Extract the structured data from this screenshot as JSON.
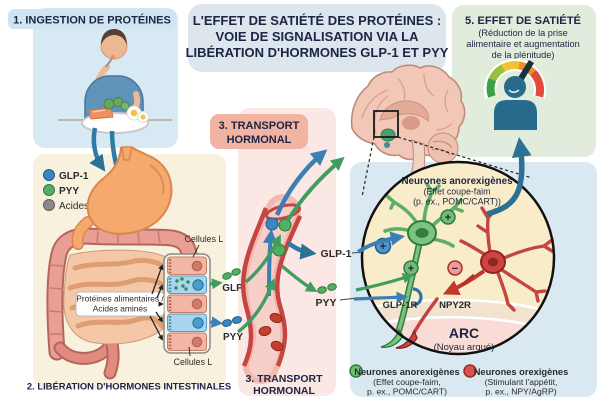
{
  "title": {
    "line1": "L'EFFET DE SATIÉTÉ DES PROTÉINES :",
    "line2": "VOIE DE SIGNALISATION VIA LA",
    "line3": "LIBÉRATION D'HORMONES GLP-1 ET PYY"
  },
  "step1": {
    "label": "1. INGESTION DE PROTÉINES"
  },
  "step2": {
    "label": "2. LIBÉRATION D'HORMONES INTESTINALES"
  },
  "step3_top": {
    "line1": "3. TRANSPORT",
    "line2": "HORMONAL"
  },
  "step3_bottom": {
    "line1": "3. TRANSPORT",
    "line2": "HORMONAL"
  },
  "step5": {
    "title": "5. EFFET DE SATIÉTÉ",
    "sub1": "(Réduction de la prise",
    "sub2": "alimentaire et augmentation",
    "sub3": "de la plénitude)"
  },
  "hormone_legend": {
    "glp1": "GLP-1",
    "pyy": "PYY",
    "amino_acids": "Acides aminés"
  },
  "gut": {
    "cells_l_top": "Cellules L",
    "cells_l_bottom": "Cellules L",
    "protein_line1": "Protéines alimentaires /",
    "protein_line2": "Acides aminés",
    "glp1_label": "GLP-1",
    "pyy_label": "PYY"
  },
  "vessel": {
    "glp1_label": "GLP-1",
    "pyy_label": "PYY"
  },
  "inset": {
    "header1": "Neurones anorexigènes",
    "header2": "(Effet coupe-faim",
    "header3": "(p. ex., POMC/CART))",
    "glp1r": "GLP-1R",
    "npy2r": "NPY2R",
    "arc": "ARC",
    "arc_sub": "(Noyau arqué)"
  },
  "neuron_legend": {
    "anorexigenic_title": "Neurones anorexigènes",
    "anorexigenic_sub1": "(Effet coupe-faim,",
    "anorexigenic_sub2": "p. ex., POMC/CART)",
    "orexigenic_title": "Neurones orexigènes",
    "orexigenic_sub1": "(Stimulant l'appétit,",
    "orexigenic_sub2": "p. ex., NPY/AgRP)"
  },
  "symbols": {
    "plus": "+",
    "minus": "−"
  },
  "colors": {
    "glp1_blue": "#3c85c0",
    "pyy_green": "#52ae62",
    "amino_gray": "#8a8a8a",
    "anorexigenic_green": "#72bd76",
    "orexigenic_red": "#d8514b",
    "teal_arrow": "#2b7194",
    "panel_blue": "#d7e9f2",
    "panel_green": "#e1ecdd",
    "panel_cream": "#f8f1dd",
    "panel_pink": "#fbe7e3",
    "inset_yellow": "#f8edc8"
  }
}
